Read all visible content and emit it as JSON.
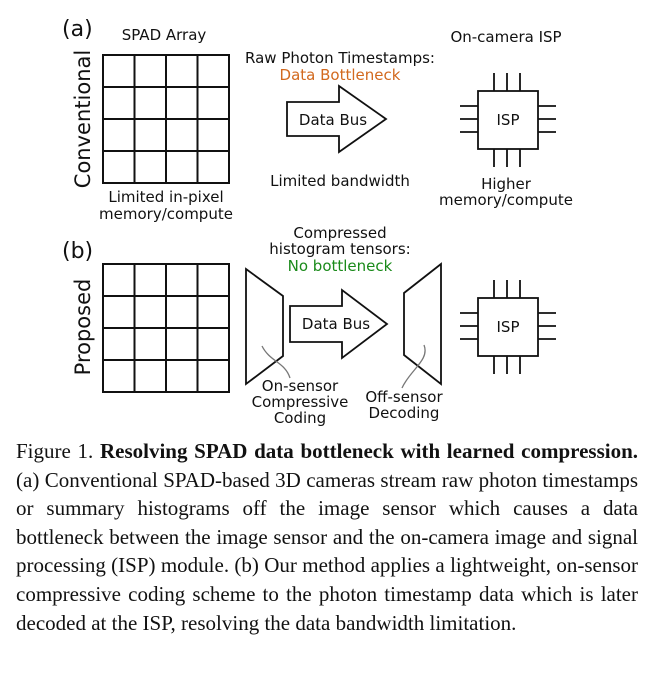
{
  "figure": {
    "panel_a": {
      "label": "(a)",
      "row_label": "Conventional",
      "array_title": "SPAD Array",
      "pixel_note_line1": "Limited in-pixel",
      "pixel_note_line2": "memory/compute",
      "bus_title": "Raw Photon Timestamps:",
      "bus_status": "Data Bottleneck",
      "bus_label": "Data Bus",
      "bandwidth_note": "Limited bandwidth",
      "isp_title": "On-camera ISP",
      "isp_label": "ISP",
      "isp_note_line1": "Higher",
      "isp_note_line2": "memory/compute"
    },
    "panel_b": {
      "label": "(b)",
      "row_label": "Proposed",
      "bus_title_line1": "Compressed",
      "bus_title_line2": "histogram tensors:",
      "bus_status": "No bottleneck",
      "bus_label": "Data Bus",
      "encoder_line1": "On-sensor",
      "encoder_line2": "Compressive",
      "encoder_line3": "Coding",
      "decoder_line1": "Off-sensor",
      "decoder_line2": "Decoding",
      "isp_label": "ISP"
    },
    "colors": {
      "bottleneck": "#d2691e",
      "no_bottleneck": "#1a8a1a",
      "stroke": "#111111"
    }
  },
  "caption": {
    "prefix": "Figure 1.",
    "title": "Resolving SPAD data bottleneck with learned compression.",
    "body": "(a) Conventional SPAD-based 3D cameras stream raw photon timestamps or summary histograms off the image sensor which causes a data bottleneck between the image sensor and the on-camera image and signal processing (ISP) module.  (b) Our method applies a lightweight, on-sensor compressive coding scheme to the photon timestamp data which is later decoded at the ISP, resolving the data bandwidth limitation."
  }
}
